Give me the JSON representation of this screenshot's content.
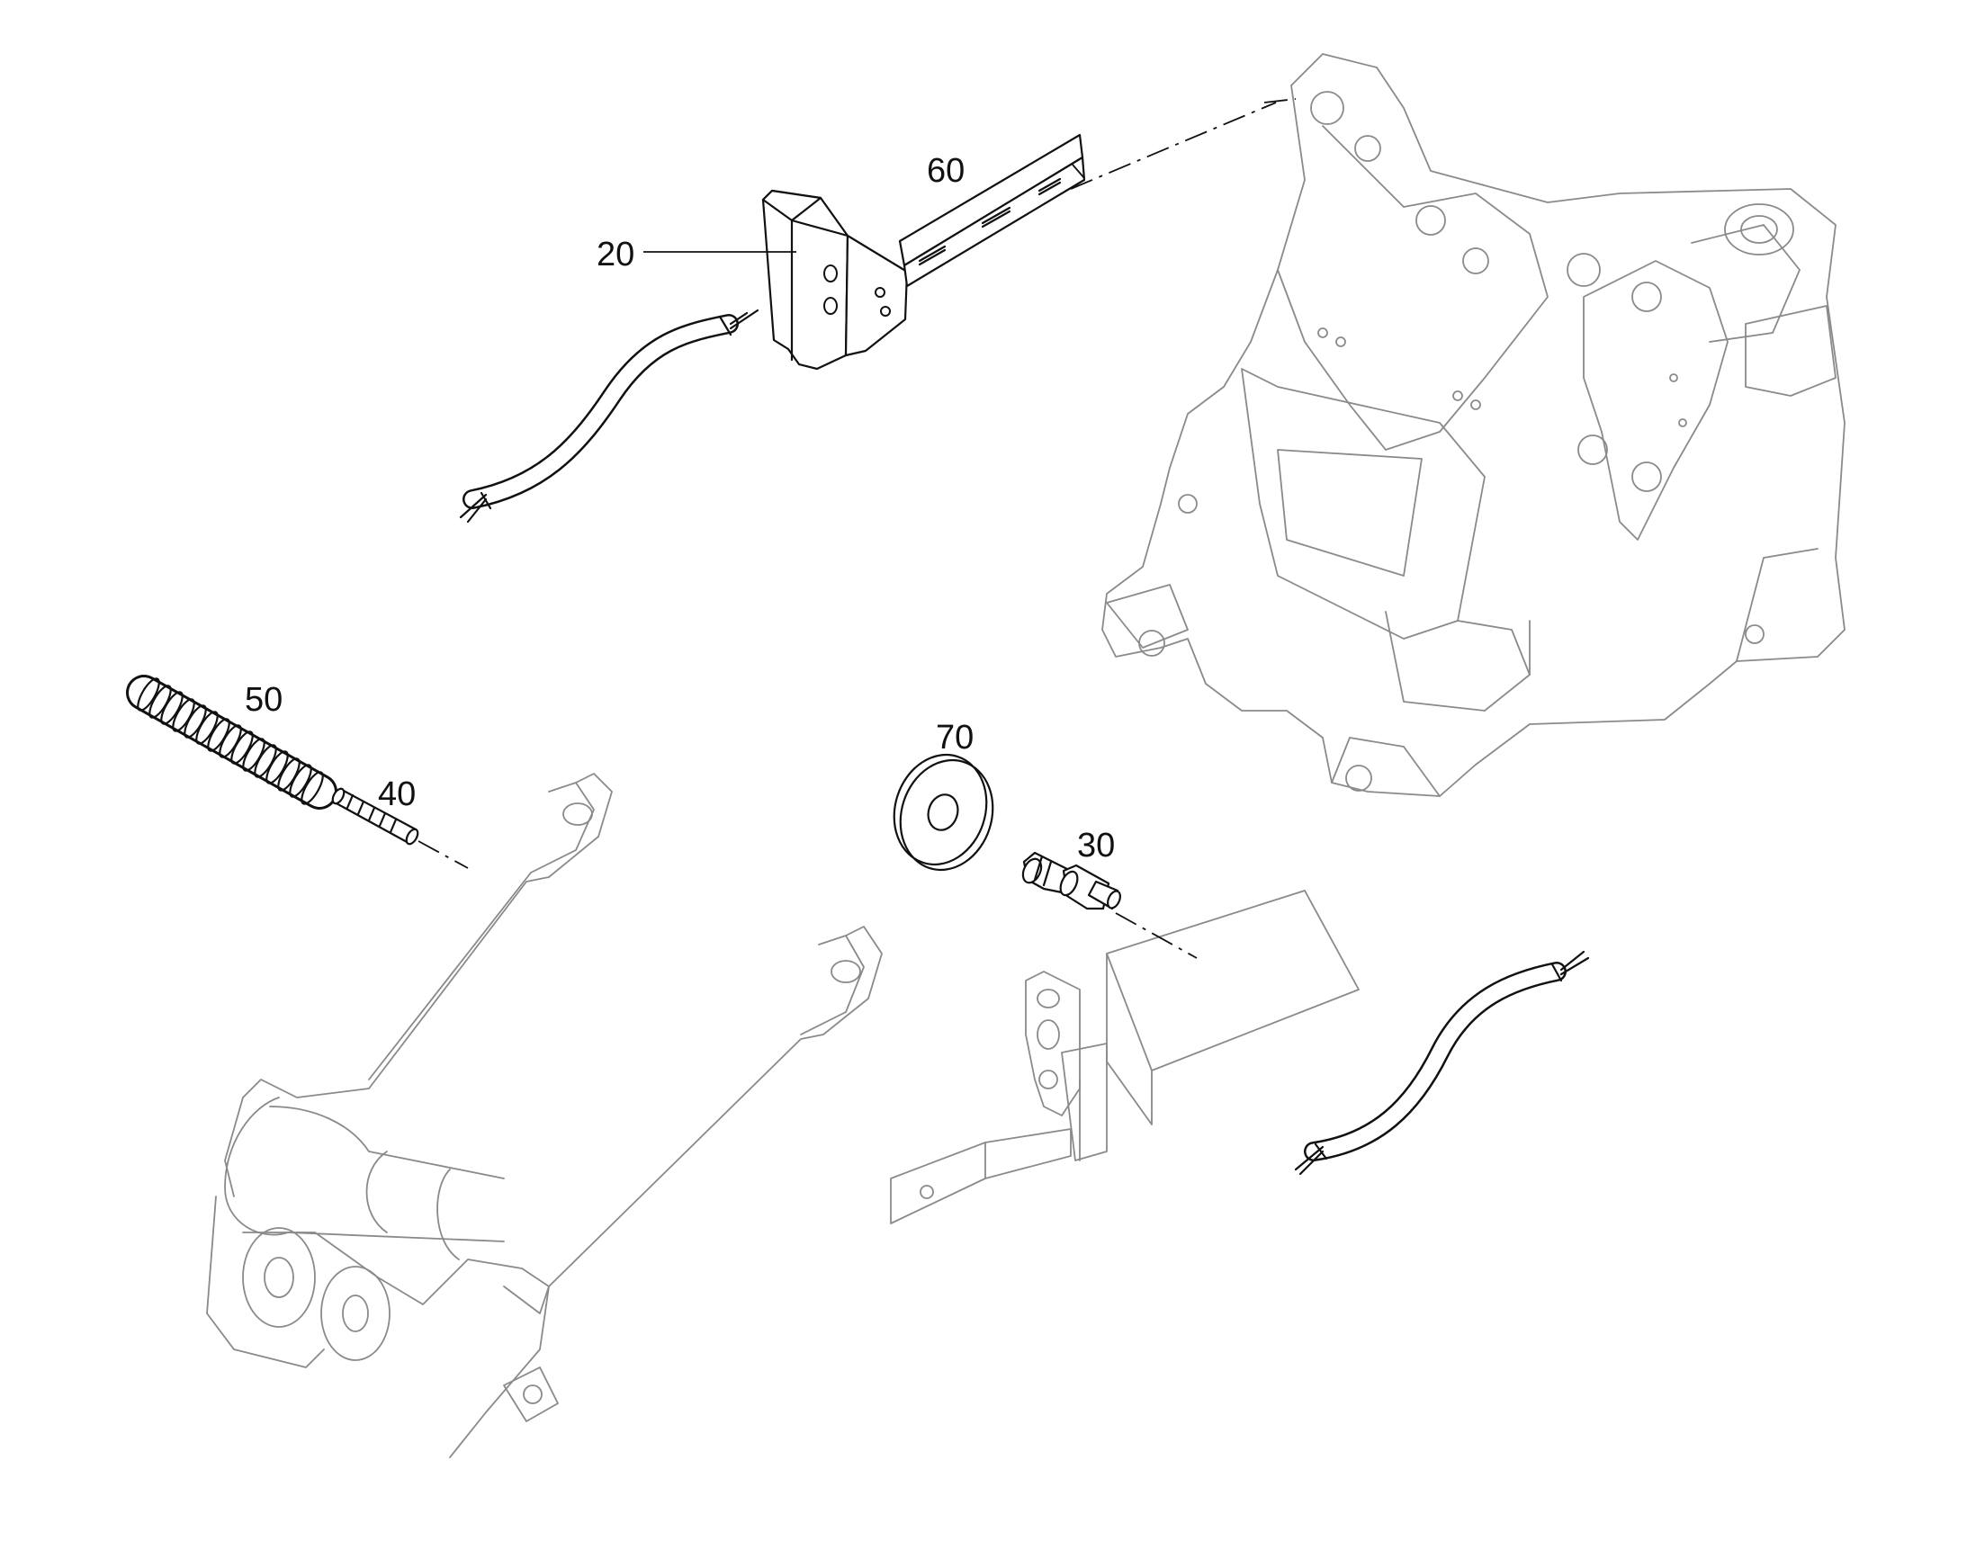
{
  "callouts": [
    {
      "id": "20",
      "label": "20"
    },
    {
      "id": "60",
      "label": "60"
    },
    {
      "id": "50",
      "label": "50"
    },
    {
      "id": "40",
      "label": "40"
    },
    {
      "id": "70",
      "label": "70"
    },
    {
      "id": "30",
      "label": "30"
    }
  ],
  "colors": {
    "line": "#111111",
    "background": "#ffffff"
  }
}
